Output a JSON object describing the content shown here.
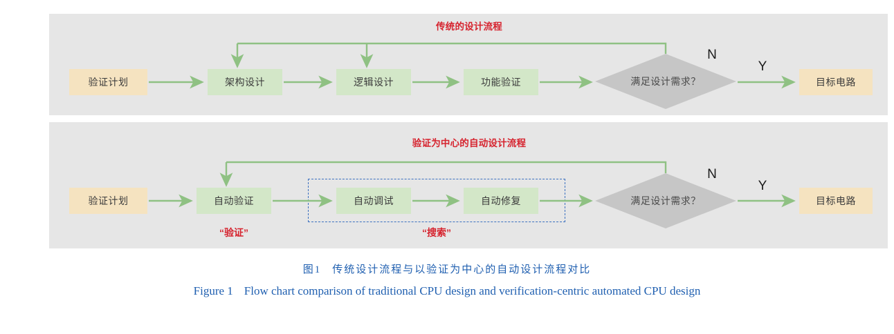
{
  "figure": {
    "caption_cn_label": "图1",
    "caption_cn_text": "传统设计流程与以验证为中心的自动设计流程对比",
    "caption_en_label": "Figure 1",
    "caption_en_text": "Flow chart comparison of traditional CPU design and verification-centric automated CPU design"
  },
  "colors": {
    "panel_background": "#e6e6e6",
    "process_box": "#d3e7c8",
    "terminal_box": "#f5e3c0",
    "decision_box": "#c6c6c6",
    "arrow_green": "#8fc183",
    "title_red": "#d6232e",
    "dashed_blue": "#3a6fbf",
    "caption_blue": "#1f5fb0"
  },
  "panel_traditional": {
    "title": "传统的设计流程",
    "nodes": {
      "plan": "验证计划",
      "architecture": "架构设计",
      "logic": "逻辑设计",
      "functional_verification": "功能验证",
      "decision": "满足设计需求？",
      "target": "目标电路"
    },
    "branches": {
      "no": "N",
      "yes": "Y"
    }
  },
  "panel_automated": {
    "title": "验证为中心的自动设计流程",
    "nodes": {
      "plan": "验证计划",
      "auto_verify": "自动验证",
      "auto_debug": "自动调试",
      "auto_repair": "自动修复",
      "decision": "满足设计需求？",
      "target": "目标电路"
    },
    "branches": {
      "no": "N",
      "yes": "Y"
    },
    "annotations": {
      "verify": "“验证”",
      "search": "“搜索”"
    }
  }
}
